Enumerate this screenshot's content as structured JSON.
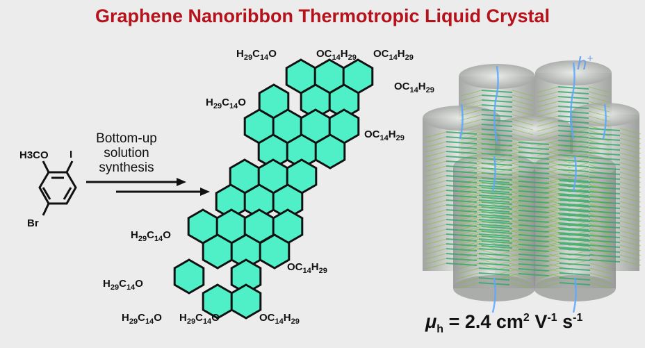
{
  "title": "Graphene Nanoribbon Thermotropic Liquid Crystal",
  "colors": {
    "title": "#b5121b",
    "ring_fill": "#4ff0c8",
    "background": "#ececec",
    "glow": "#5aa8ff"
  },
  "reaction": {
    "line1": "Bottom-up",
    "line2": "solution",
    "line3": "synthesis"
  },
  "monomer": {
    "methoxy": "H3CO",
    "iodo": "I",
    "bromo": "Br"
  },
  "substituents": {
    "alkoxy_left": "H29C14O",
    "alkoxy_right": "OC14H29"
  },
  "charge_carrier": "h+",
  "mobility": {
    "symbol": "μ",
    "subscript": "h",
    "value": "= 2.4 cm",
    "exp1": "2",
    "unit_v": " V",
    "exp2": "-1",
    "unit_s": " s",
    "exp3": "-1"
  }
}
